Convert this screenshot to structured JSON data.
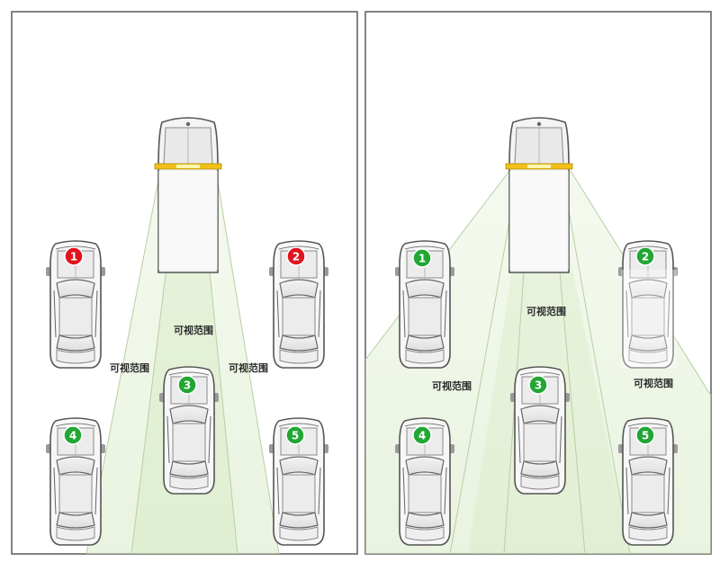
{
  "panels": [
    {
      "side": "left",
      "view_label": "可视范围",
      "cars": [
        {
          "number": "1",
          "badge_color": "#e0141e"
        },
        {
          "number": "2",
          "badge_color": "#e0141e"
        },
        {
          "number": "3",
          "badge_color": "#22a634"
        },
        {
          "number": "4",
          "badge_color": "#22a634"
        },
        {
          "number": "5",
          "badge_color": "#22a634"
        }
      ]
    },
    {
      "side": "right",
      "view_label": "可视范围",
      "cars": [
        {
          "number": "1",
          "badge_color": "#22a634"
        },
        {
          "number": "2",
          "badge_color": "#22a634"
        },
        {
          "number": "3",
          "badge_color": "#22a634"
        },
        {
          "number": "4",
          "badge_color": "#22a634"
        },
        {
          "number": "5",
          "badge_color": "#22a634"
        }
      ]
    }
  ],
  "colors": {
    "beam": "#d9ecc9",
    "badge_red": "#e0141e",
    "badge_green": "#22a634",
    "camera": "#f2c018"
  }
}
